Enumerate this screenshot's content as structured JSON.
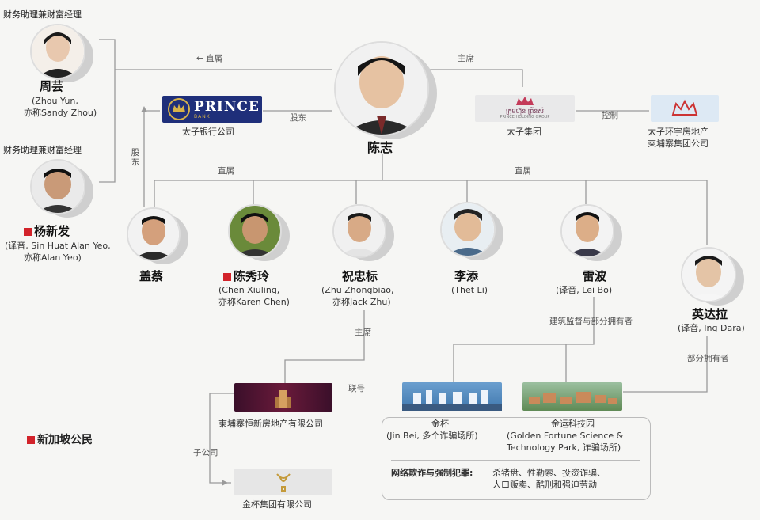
{
  "people": {
    "zhouyun": {
      "role": "财务助理兼财富经理",
      "name": "周芸",
      "sub1": "(Zhou Yun,",
      "sub2": "亦称Sandy Zhou)"
    },
    "yang": {
      "role": "财务助理兼财富经理",
      "name": "杨新发",
      "sub1": "(译音, Sin Huat Alan Yeo,",
      "sub2": "亦称Alan Yeo)"
    },
    "chenzhi": {
      "name": "陈志"
    },
    "gaicai": {
      "name": "盖蔡"
    },
    "chenxiuling": {
      "name": "陈秀玲",
      "sub1": "(Chen Xiuling,",
      "sub2": "亦称Karen Chen)"
    },
    "zhu": {
      "name": "祝忠标",
      "sub1": "(Zhu Zhongbiao,",
      "sub2": "亦称Jack Zhu)"
    },
    "lilian": {
      "name": "李添",
      "sub1": "(Thet Li)"
    },
    "leibo": {
      "name": "雷波",
      "sub1": "(译音, Lei Bo)"
    },
    "ingdara": {
      "name": "英达拉",
      "sub1": "(译音, Ing Dara)"
    }
  },
  "orgs": {
    "prince_bank": {
      "logo_text": "PRINCE",
      "logo_sub": "BANK",
      "name": "太子银行公司"
    },
    "prince_group": {
      "logo_khmer": "ក្រុមហ៊ុន ព្រីនស៍",
      "logo_sub": "PRINCE HOLDING GROUP",
      "name": "太子集团"
    },
    "prince_realestate": {
      "name1": "太子环宇房地产",
      "name2": "柬埔寨集团公司"
    },
    "heng_property": {
      "name": "柬埔寨恒新房地产有限公司"
    },
    "jinbei_group": {
      "name": "金杯集团有限公司"
    },
    "jinbei": {
      "name": "金杯",
      "sub": "(Jin Bei, 多个诈骗场所)"
    },
    "golden_fortune": {
      "name": "金运科技园",
      "sub1": "(Golden Fortune Science &",
      "sub2": "Technology Park, 诈骗场所)"
    }
  },
  "edges": {
    "direct1": "直属",
    "chair1": "主席",
    "shareholder_h": "股东",
    "shareholder_v": "股东",
    "control": "控制",
    "direct2": "直属",
    "direct3": "直属",
    "chair2": "主席",
    "lianhao": "联号",
    "subsidiary": "子公司",
    "construction": "建筑监督与部分拥有者",
    "partial_owner": "部分拥有者"
  },
  "crimes": {
    "title": "网络欺诈与强制犯罪:",
    "line1": "杀猪盘、性勒索、投资诈骗、",
    "line2": "人口贩卖、酷刑和强迫劳动"
  },
  "legend": {
    "label": "新加坡公民",
    "color": "#d2232a"
  }
}
